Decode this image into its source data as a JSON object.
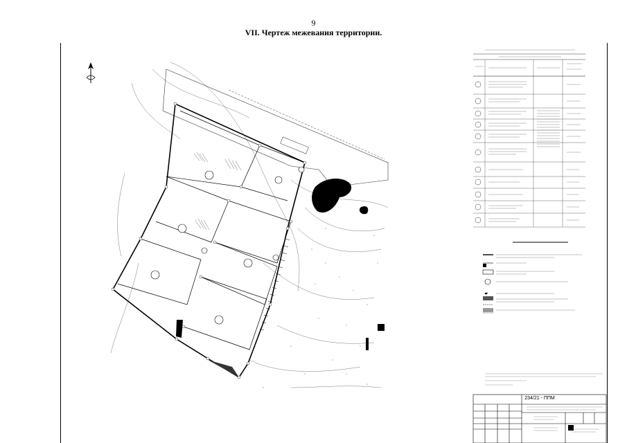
{
  "header": {
    "page_number": "9",
    "section_title": "VII.    Чертеж межевания территории."
  },
  "stamp": {
    "code": "234/21 - ППМ"
  }
}
